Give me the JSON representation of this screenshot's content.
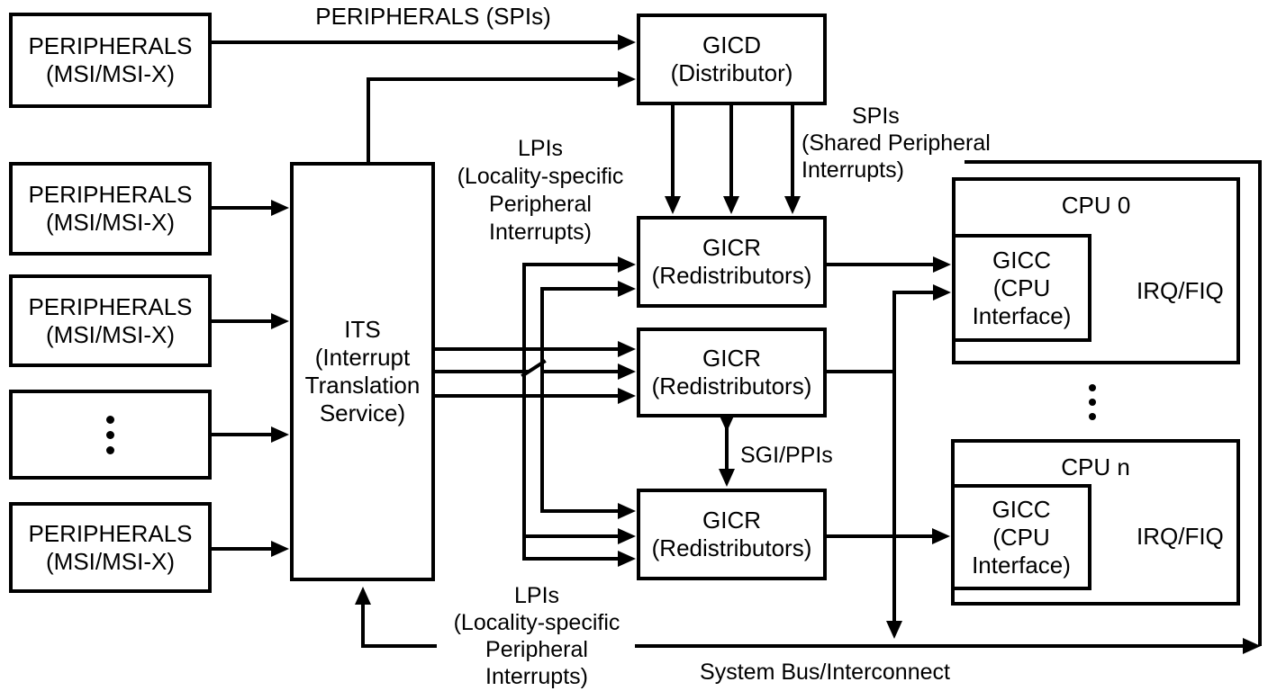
{
  "peripherals": [
    {
      "name": "PERIPHERALS",
      "detail": "(MSI/MSI-X)"
    },
    {
      "name": "PERIPHERALS",
      "detail": "(MSI/MSI-X)"
    },
    {
      "name": "PERIPHERALS",
      "detail": "(MSI/MSI-X)"
    },
    {
      "icon": "vertical-ellipsis"
    },
    {
      "name": "PERIPHERALS",
      "detail": "(MSI/MSI-X)"
    }
  ],
  "its": {
    "lines": [
      "ITS",
      "(Interrupt",
      "Translation",
      "Service)"
    ]
  },
  "gicd": {
    "lines": [
      "GICD",
      "(Distributor)"
    ]
  },
  "gicr_boxes": [
    {
      "lines": [
        "GICR",
        "(Redistributors)"
      ]
    },
    {
      "lines": [
        "GICR",
        "(Redistributors)"
      ]
    },
    {
      "lines": [
        "GICR",
        "(Redistributors)"
      ]
    }
  ],
  "cpus": [
    {
      "title": "CPU 0",
      "gicc_lines": [
        "GICC",
        "(CPU",
        "Interface)"
      ],
      "irq_label": "IRQ/FIQ"
    },
    {
      "title": "CPU n",
      "gicc_lines": [
        "GICC",
        "(CPU",
        "Interface)"
      ],
      "irq_label": "IRQ/FIQ"
    }
  ],
  "annotations": {
    "peripherals_spis": "PERIPHERALS (SPIs)",
    "lpis_top_lines": [
      "LPIs",
      "(Locality-specific",
      "Peripheral",
      "Interrupts)"
    ],
    "spis_lines": [
      "SPIs",
      "(Shared Peripheral",
      "Interrupts)"
    ],
    "sgi_ppis": "SGI/PPIs",
    "lpis_bottom_lines": [
      "LPIs",
      "(Locality-specific",
      "Peripheral",
      "Interrupts)"
    ],
    "system_bus": "System Bus/Interconnect"
  },
  "icons": {
    "peripherals_more": "vertical-ellipsis",
    "cpus_more": "vertical-ellipsis"
  },
  "colors": {
    "ink": "#000000",
    "paper": "#ffffff"
  }
}
